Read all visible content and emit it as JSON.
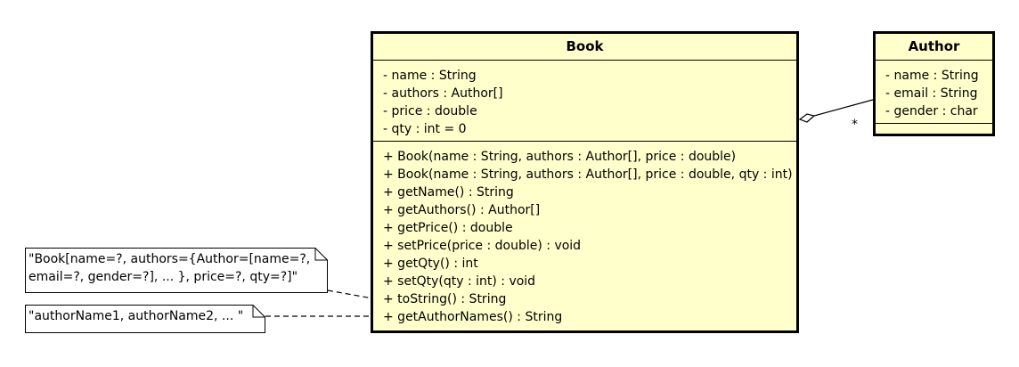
{
  "book": {
    "name": "Book",
    "attributes": [
      "- name : String",
      "- authors : Author[]",
      "- price : double",
      "- qty : int = 0"
    ],
    "operations": [
      "+ Book(name : String, authors : Author[], price : double)",
      "+ Book(name : String, authors : Author[], price : double, qty : int)",
      "+ getName() : String",
      "+ getAuthors() : Author[]",
      "+ getPrice() : double",
      "+ setPrice(price : double) : void",
      "+ getQty() : int",
      "+ setQty(qty : int) : void",
      "+ toString() : String",
      "+ getAuthorNames() : String"
    ]
  },
  "author": {
    "name": "Author",
    "attributes": [
      "- name : String",
      "- email : String",
      "- gender : char"
    ]
  },
  "association": {
    "kind": "aggregation",
    "multiplicity": "*"
  },
  "notes": {
    "tostring_note": {
      "line1": "\"Book[name=?, authors={Author=[name=?,",
      "line2": "email=?, gender=?], ... }, price=?, qty=?]\""
    },
    "authornames_note": {
      "line1": "\"authorName1, authorName2, ... \""
    }
  },
  "colors": {
    "class_fill": "#ffffcc",
    "note_fill": "#ffffff",
    "stroke": "#000000"
  }
}
